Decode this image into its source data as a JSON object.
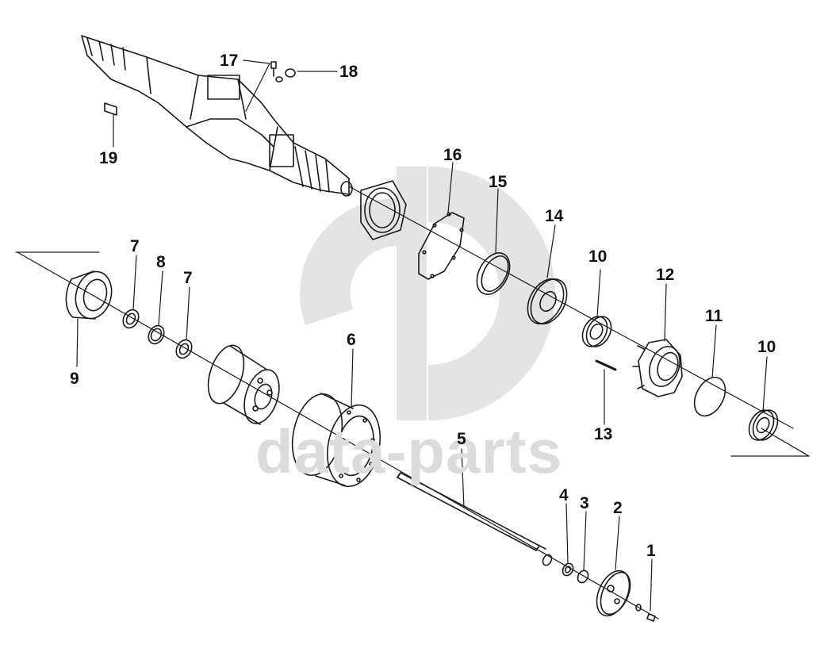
{
  "watermark": {
    "text": "data-parts",
    "color": "#dcdcdc"
  },
  "diagram": {
    "type": "exploded parts drawing",
    "line_color": "#1a1a1a",
    "labels": [
      "1",
      "2",
      "3",
      "4",
      "5",
      "6",
      "7",
      "7",
      "8",
      "9",
      "10",
      "10",
      "11",
      "12",
      "13",
      "14",
      "15",
      "16",
      "17",
      "18",
      "19"
    ]
  }
}
